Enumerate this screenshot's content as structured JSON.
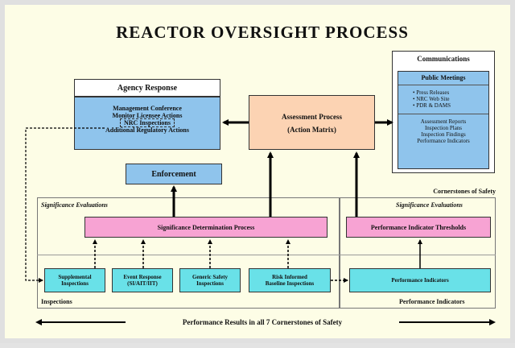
{
  "title": "REACTOR OVERSIGHT PROCESS",
  "communications": {
    "header": "Communications",
    "public_meetings": "Public Meetings",
    "bullets": [
      "Press Releases",
      "NRC Web Site",
      "PDR & DAMS"
    ],
    "reports": [
      "Assessment Reports",
      "Inspection Plans",
      "Inspection Findings",
      "Performance Indicators"
    ]
  },
  "agency_response": {
    "header": "Agency Response",
    "items": [
      "Management Conference",
      "Monitor Licensee Actions",
      "NRC Inspections",
      "Additional Regulatory Actions"
    ]
  },
  "assessment": {
    "line1": "Assessment Process",
    "line2": "(Action Matrix)"
  },
  "enforcement": "Enforcement",
  "cornerstones_label": "Cornerstones of Safety",
  "left_panel": {
    "significance_label": "Significance Evaluations",
    "sdp": "Significance Determination Process",
    "inspections_label": "Inspections",
    "inspections": [
      {
        "line1": "Supplemental",
        "line2": "Inspections"
      },
      {
        "line1": "Event Response",
        "line2": "(SI/AIT/IIT)"
      },
      {
        "line1": "Generic Safety",
        "line2": "Inspections"
      },
      {
        "line1": "Risk Informed",
        "line2": "Baseline Inspections"
      }
    ]
  },
  "right_panel": {
    "significance_label": "Significance Evaluations",
    "thresholds": "Performance Indicator Thresholds",
    "indicators": "Performance Indicators",
    "pi_label": "Performance Indicators"
  },
  "footer": "Performance Results in all 7 Cornerstones of Safety",
  "colors": {
    "background": "#fdfde6",
    "blue_box": "#8fc4ec",
    "cyan_box": "#69e1e8",
    "pink_box": "#f7a3d3",
    "peach_box": "#fcd3b3"
  }
}
